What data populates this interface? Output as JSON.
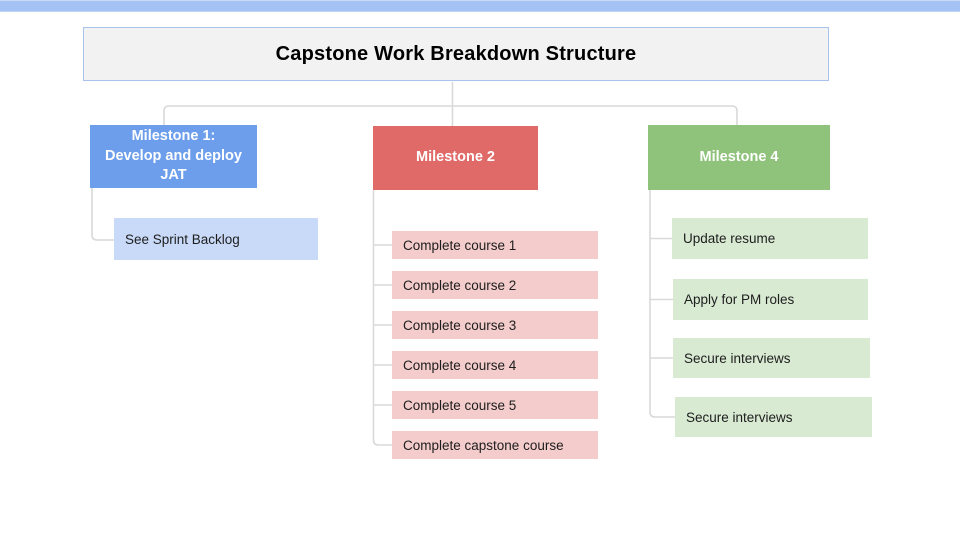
{
  "title": "Capstone Work Breakdown Structure",
  "accent_bar_color": "#a4c2f4",
  "title_box": {
    "fill": "#f2f2f2",
    "border_color": "#a9c3ee"
  },
  "connector_color": "#d9d9d9",
  "columns": [
    {
      "header": "Milestone 1: Develop and deploy JAT",
      "header_color": "#6d9eeb",
      "item_fill": "#c9daf8",
      "items": [
        "See Sprint Backlog"
      ]
    },
    {
      "header": "Milestone 2",
      "header_color": "#df6a68",
      "item_fill": "#f4cccc",
      "items": [
        "Complete course 1",
        "Complete course 2",
        "Complete course 3",
        "Complete course 4",
        "Complete course 5",
        "Complete capstone course"
      ]
    },
    {
      "header": "Milestone 4",
      "header_color": "#8fc37c",
      "item_fill": "#d9ead3",
      "items": [
        "Update resume",
        "Apply for PM roles",
        "Secure interviews",
        "Secure interviews"
      ]
    }
  ]
}
